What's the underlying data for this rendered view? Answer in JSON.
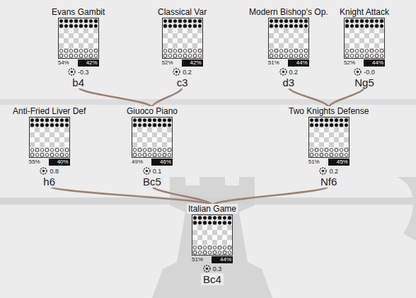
{
  "diagram": {
    "nodes": [
      {
        "text": [
          "Evans Gambit",
          "54%",
          "42%",
          "-0.3",
          "b4"
        ]
      },
      {
        "text": [
          "Classical Var",
          "52%",
          "42%",
          "0.2",
          "c3"
        ]
      },
      {
        "text": [
          "Modern Bishop's Op.",
          "51%",
          "44%",
          "0.2",
          "d3"
        ]
      },
      {
        "text": [
          "Knight Attack",
          "52%",
          "44%",
          "-0.0",
          "Ng5"
        ]
      },
      {
        "text": [
          "Anti-Fried Liver Def",
          "55%",
          "40%",
          "0.8",
          "h6"
        ]
      },
      {
        "text": [
          "Giuoco Piano",
          "49%",
          "46%",
          "0.1",
          "Bc5"
        ]
      },
      {
        "text": [
          "Two Knights Defense",
          "51%",
          "45%",
          "0.2",
          "Nf6"
        ]
      },
      {
        "text": [
          "Italian Game",
          "51%",
          "44%",
          "0.3",
          "Bc4"
        ]
      }
    ],
    "edges": [
      {
        "from": 7,
        "to": 4,
        "arrow": "none"
      },
      {
        "from": 7,
        "to": 5,
        "arrow": "none"
      },
      {
        "from": 7,
        "to": 6,
        "arrow": "none"
      },
      {
        "from": 5,
        "to": 0,
        "arrow": "none"
      },
      {
        "from": 5,
        "to": 1,
        "arrow": "none"
      },
      {
        "from": 6,
        "to": 2,
        "arrow": "none"
      },
      {
        "from": 6,
        "to": 3,
        "arrow": "none"
      }
    ]
  }
}
